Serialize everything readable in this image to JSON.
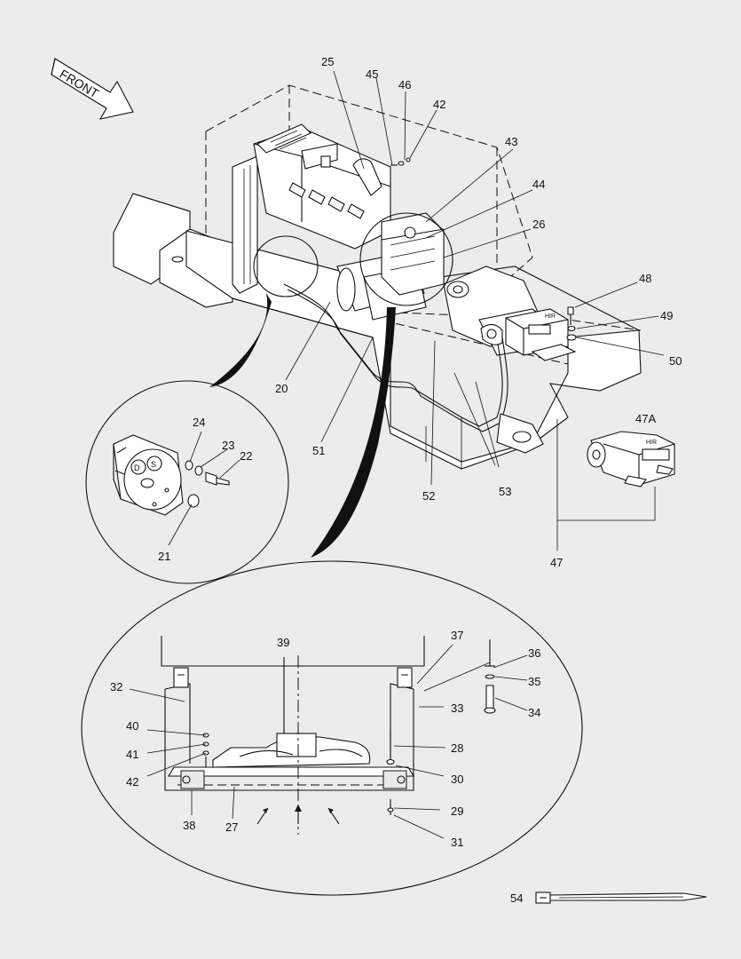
{
  "front_arrow": {
    "label": "FRONT"
  },
  "callouts": {
    "c20": "20",
    "c21": "21",
    "c22": "22",
    "c23": "23",
    "c24": "24",
    "c25": "25",
    "c26": "26",
    "c27": "27",
    "c28": "28",
    "c29": "29",
    "c30": "30",
    "c31": "31",
    "c32": "32",
    "c33": "33",
    "c34": "34",
    "c35": "35",
    "c36": "36",
    "c37": "37",
    "c38": "38",
    "c39": "39",
    "c40": "40",
    "c41": "41",
    "c42a": "42",
    "c42b": "42",
    "c43": "43",
    "c44": "44",
    "c45": "45",
    "c46": "46",
    "c47": "47",
    "c47a": "47A",
    "c48": "48",
    "c49": "49",
    "c50": "50",
    "c51": "51",
    "c52": "52",
    "c53": "53",
    "c54": "54"
  },
  "valve_markings": {
    "detail_mark_1": "S",
    "detail_mark_2": "D"
  },
  "transformer_markings": {
    "label_top": "HIR",
    "label_bottom": "HIR"
  },
  "icons": [
    "front-arrow-icon",
    "cable-tie-icon"
  ]
}
